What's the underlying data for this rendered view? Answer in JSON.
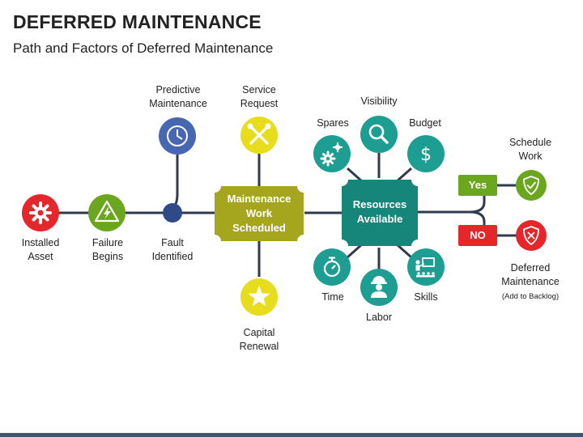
{
  "header": {
    "title": "DEFERRED MAINTENANCE",
    "subtitle": "Path and Factors of Deferred Maintenance"
  },
  "colors": {
    "red": "#e5262a",
    "green": "#6aa61e",
    "navy": "#2f4a87",
    "blue": "#4767b3",
    "olive": "#a5a51e",
    "yellow": "#e7dd1d",
    "teal": "#1e9e92",
    "tealDark": "#16857a"
  },
  "nodes": {
    "installed_asset": "Installed\nAsset",
    "failure_begins": "Failure\nBegins",
    "fault_identified": "Fault\nIdentified",
    "predictive_maintenance": "Predictive\nMaintenance",
    "service_request": "Service\nRequest",
    "maintenance_work_scheduled": "Maintenance\nWork\nScheduled",
    "capital_renewal": "Capital\nRenewal",
    "resources_available": "Resources\nAvailable",
    "spares": "Spares",
    "visibility": "Visibility",
    "budget": "Budget",
    "time": "Time",
    "labor": "Labor",
    "skills": "Skills",
    "yes": "Yes",
    "no": "NO",
    "schedule_work": "Schedule\nWork",
    "deferred_maintenance": "Deferred\nMaintenance",
    "deferred_note": "(Add to Backlog)"
  },
  "icons": {
    "installed_asset": "gear-icon",
    "failure_begins": "warning-icon",
    "predictive_maintenance": "clock-icon",
    "service_request": "tools-icon",
    "capital_renewal": "star-icon",
    "spares": "gears-icon",
    "visibility": "magnifier-icon",
    "budget": "dollar-icon",
    "time": "stopwatch-icon",
    "labor": "worker-icon",
    "skills": "presentation-icon",
    "schedule_work": "shield-check-icon",
    "deferred_maintenance": "shield-x-icon"
  }
}
